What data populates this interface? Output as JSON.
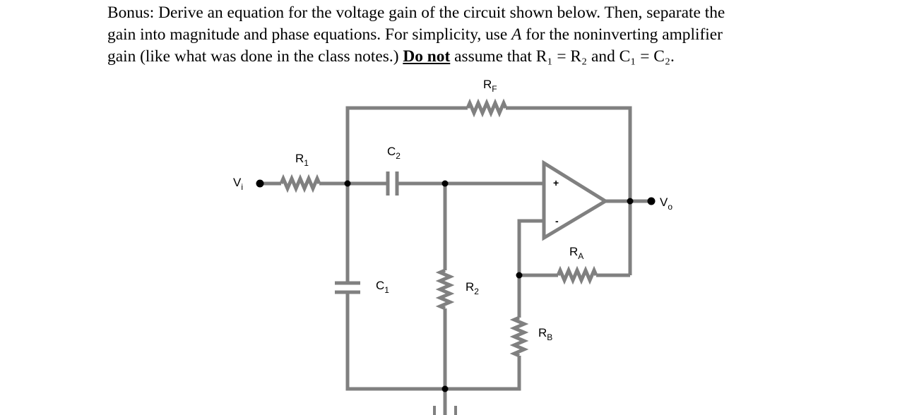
{
  "problem": {
    "line1": "Bonus: Derive an equation for the voltage gain of the circuit shown below. Then, separate the",
    "line2": "gain into magnitude and phase equations. For simplicity, use",
    "var_a": "A",
    "line2_end": "for the noninverting amplifier",
    "line3_start": "gain (like what was done in the class notes.)",
    "emphasis": "Do not",
    "line3_end": "assume that R₁ = R₂ and C₁ = C₂."
  },
  "circuit": {
    "wire_color": "#808080",
    "labels": {
      "rf": "R",
      "rf_sub": "F",
      "r1": "R",
      "r1_sub": "1",
      "c2": "C",
      "c2_sub": "2",
      "c1": "C",
      "c1_sub": "1",
      "r2": "R",
      "r2_sub": "2",
      "ra": "R",
      "ra_sub": "A",
      "rb": "R",
      "rb_sub": "B",
      "vi": "V",
      "vi_sub": "i",
      "vo": "V",
      "vo_sub": "o",
      "plus": "+",
      "minus": "-"
    }
  }
}
